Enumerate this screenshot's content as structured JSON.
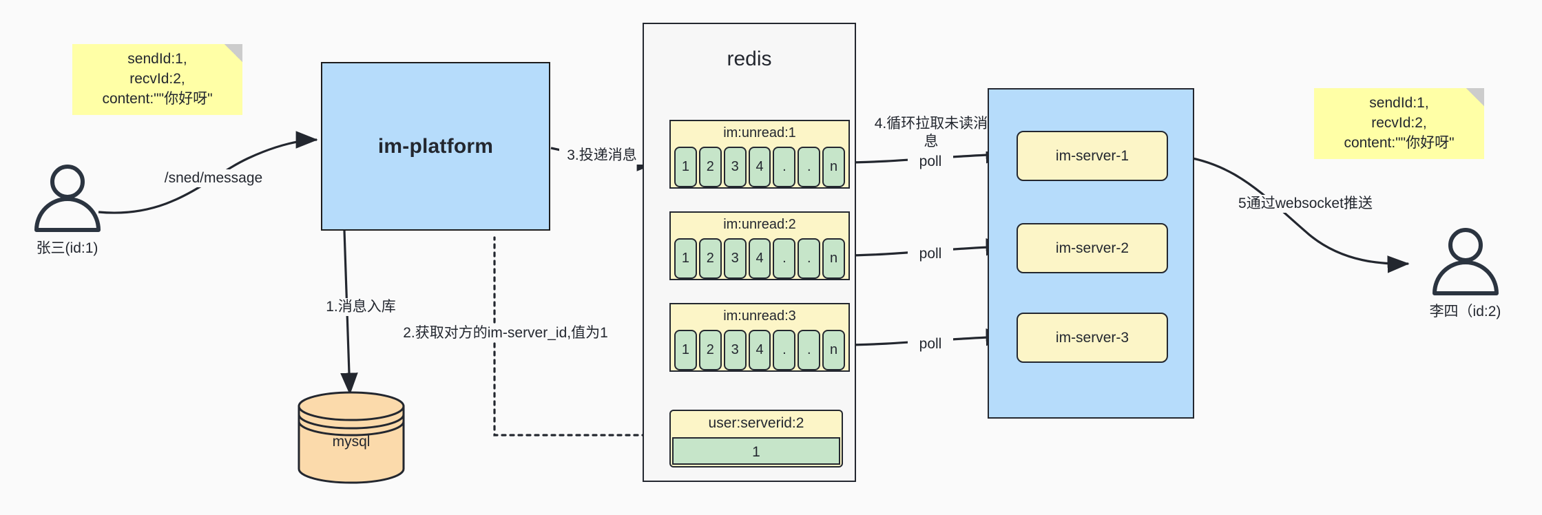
{
  "diagram": {
    "title": "IM message delivery architecture",
    "background": "#fafafa",
    "colors": {
      "sticky": "#ffffa6",
      "blue_box": "#b6dcfb",
      "yellow_box": "#fcf5c7",
      "green_cell": "#c6e5c9",
      "orange_cylinder": "#fbdaab",
      "stroke": "#23272f"
    }
  },
  "notes": {
    "left": "sendId:1,\nrecvId:2,\ncontent:\"\"你好呀\"",
    "right": "sendId:1,\nrecvId:2,\ncontent:\"\"你好呀\""
  },
  "actors": {
    "sender": {
      "caption": "张三(id:1)",
      "icon": "user-icon"
    },
    "receiver": {
      "caption": "李四（id:2)",
      "icon": "user-icon"
    }
  },
  "platform": {
    "title": "im-platform"
  },
  "database": {
    "label": "mysql",
    "icon": "cylinder-database-icon"
  },
  "redis": {
    "title": "redis",
    "lists": [
      {
        "key": "im:unread:1",
        "cells": [
          "1",
          "2",
          "3",
          "4",
          ".",
          ".",
          "n"
        ]
      },
      {
        "key": "im:unread:2",
        "cells": [
          "1",
          "2",
          "3",
          "4",
          ".",
          ".",
          "n"
        ]
      },
      {
        "key": "im:unread:3",
        "cells": [
          "1",
          "2",
          "3",
          "4",
          ".",
          ".",
          "n"
        ]
      }
    ],
    "kv": {
      "key": "user:serverid:2",
      "value": "1"
    }
  },
  "server_group": {
    "servers": [
      {
        "label": "im-server-1"
      },
      {
        "label": "im-server-2"
      },
      {
        "label": "im-server-3"
      }
    ]
  },
  "edges": {
    "send_message": "/sned/message",
    "step1": "1.消息入库",
    "step2": "2.获取对方的im-server_id,值为1",
    "step3": "3.投递消息",
    "step4": "4.循环拉取未读消\n息",
    "poll1": "poll",
    "poll2": "poll",
    "poll3": "poll",
    "step5": "5通过websocket推送"
  }
}
